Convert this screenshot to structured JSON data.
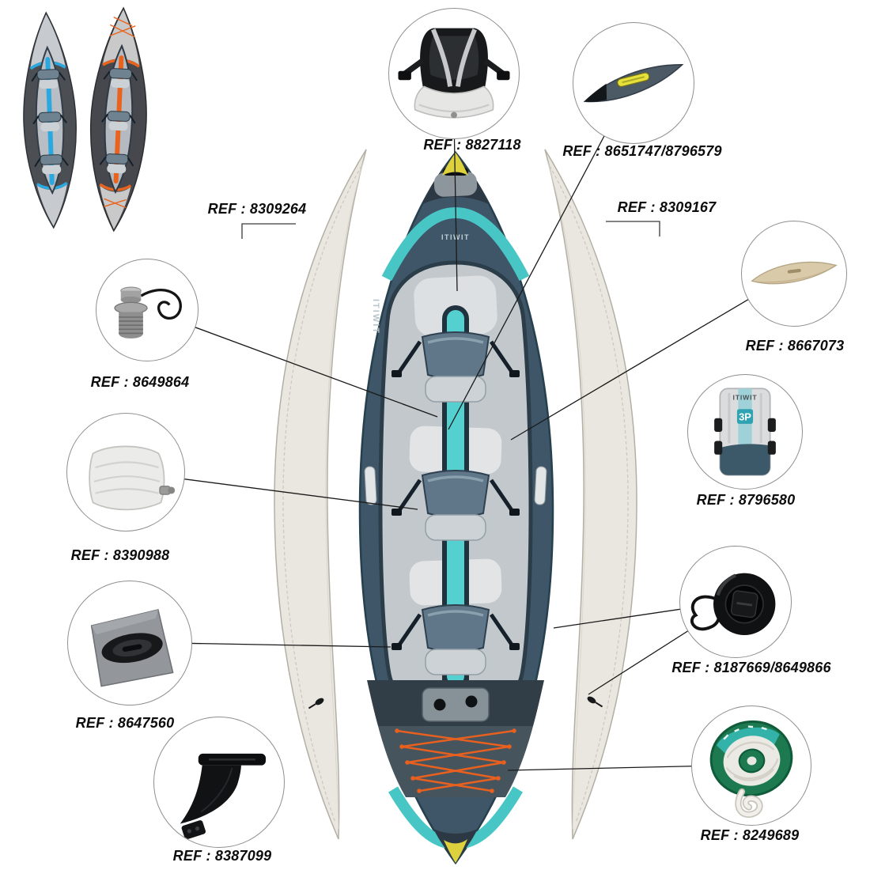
{
  "kayak": {
    "brand": "ITIWIT"
  },
  "bag": {
    "brand": "ITIWIT",
    "capacity": "3P"
  },
  "refs": {
    "seat": "REF : 8827118",
    "deck_cover": "REF : 8651747/8796579",
    "left_float": "REF : 8309264",
    "right_float": "REF : 8309167",
    "float_valve": "REF : 8649864",
    "skeg": "REF : 8667073",
    "cushion": "REF : 8390988",
    "carry_bag": "REF : 8796580",
    "fin_patch": "REF : 8647560",
    "main_valve": "REF : 8187669/8649866",
    "fin": "REF : 8387099",
    "cord": "REF : 8249689"
  },
  "colors": {
    "hull_slate": "#3e5668",
    "teal_accent": "#48c6c6",
    "float_ivory": "#eae7e0",
    "blue_accent": "#2aa8e0",
    "orange_accent": "#e8641e",
    "tip_yellow": "#ddd23e",
    "spool_green": "#1d7a50",
    "skeg_beige": "#d9caa9"
  }
}
